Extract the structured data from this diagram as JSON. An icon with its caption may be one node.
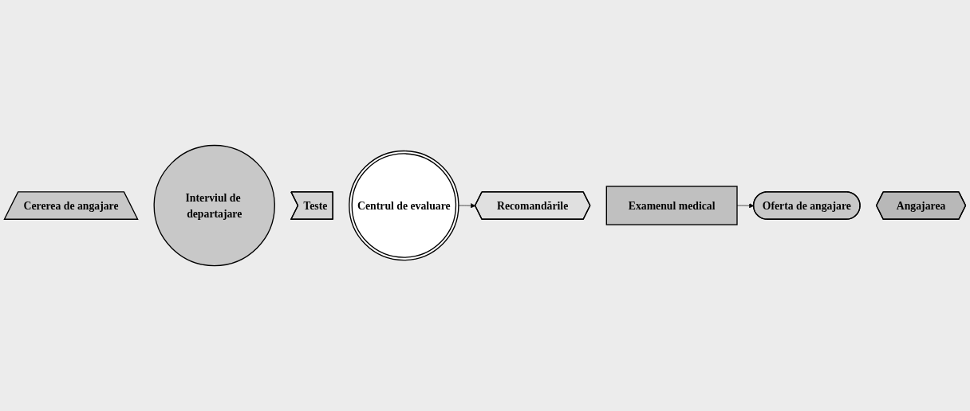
{
  "diagram": {
    "nodes": [
      {
        "text": [
          "Cererea de angajare"
        ]
      },
      {
        "text": [
          "Interviul de departajare"
        ]
      },
      {
        "text": [
          "Teste"
        ]
      },
      {
        "text": [
          "Centrul de evaluare"
        ]
      },
      {
        "text": [
          "Recomandările"
        ]
      },
      {
        "text": [
          "Examenul medical"
        ]
      },
      {
        "text": [
          "Oferta de angajare"
        ]
      },
      {
        "text": [
          "Angajarea"
        ]
      }
    ],
    "edges": [
      {
        "from": 3,
        "to": 4,
        "arrow": "to"
      },
      {
        "from": 5,
        "to": 6,
        "arrow": "to"
      }
    ]
  }
}
